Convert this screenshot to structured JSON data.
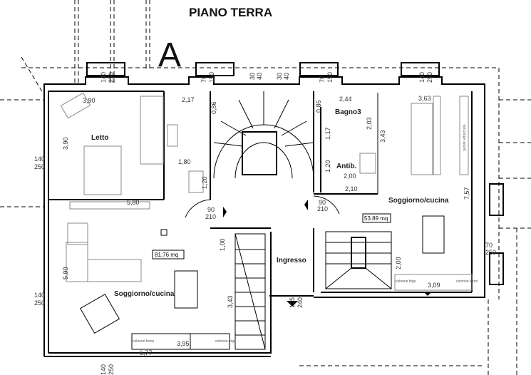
{
  "title": "PIANO TERRA",
  "section_letter": "A",
  "rooms": {
    "letto": "Letto",
    "bagno3": "Bagno3",
    "antib": "Antib.",
    "ingresso": "Ingresso",
    "soggiorno_left": "Soggiorno/cucina",
    "soggiorno_right": "Soggiorno/cucina"
  },
  "areas": {
    "left": "81.76 mq",
    "right": "53.89 mq"
  },
  "dimensions": {
    "letto_w": "3,90",
    "letto_h": "3,90",
    "bath_w": "2,17",
    "bath_d": "0,86",
    "corr_w": "1,80",
    "corr_h": "1,20",
    "letto_bottom": "5,80",
    "door1_w": "90",
    "door1_h": "210",
    "left_h": "5,90",
    "stair_a": "1,00",
    "stair_b": "3,43",
    "left_bottom": "6,77",
    "kitchen_left": "3,95",
    "entry_w": "135",
    "entry_h": "240",
    "win_w": "140",
    "win_h": "250",
    "win2_w": "70",
    "win2_h": "150",
    "vent_w": "30",
    "vent_h": "40",
    "bagno_w": "2,44",
    "bagno_d": "0,86",
    "bagno_h": "1,17",
    "antib_h": "1,20",
    "antib_w": "2,00",
    "antib_w2": "2,10",
    "bagno_side": "2,03",
    "right_wall": "3,43",
    "right_top": "3,63",
    "right_h": "7,57",
    "door2_w": "90",
    "door2_h": "210",
    "right_stair": "2,00",
    "kitchen_right": "3,09",
    "rwin_w": "70",
    "rwin_h": "250"
  },
  "annotations": {
    "parete": "parete attrezzata",
    "colonne_forno": "colonne forno",
    "colonne_frigo": "colonne frigo"
  }
}
